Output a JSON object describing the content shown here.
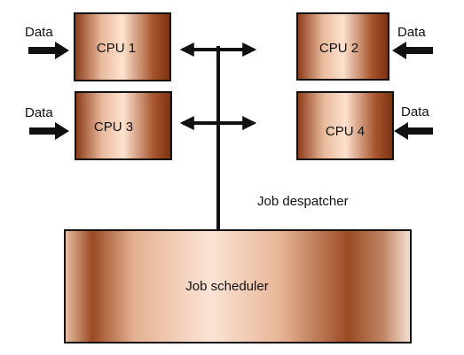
{
  "diagram": {
    "cpus": [
      {
        "id": "cpu1",
        "label": "CPU 1",
        "data_label": "Data"
      },
      {
        "id": "cpu2",
        "label": "CPU 2",
        "data_label": "Data"
      },
      {
        "id": "cpu3",
        "label": "CPU 3",
        "data_label": "Data"
      },
      {
        "id": "cpu4",
        "label": "CPU 4",
        "data_label": "Data"
      }
    ],
    "dispatcher_label": "Job despatcher",
    "scheduler_label": "Job scheduler",
    "colors": {
      "copper_dark": "#8a3a16",
      "copper_mid": "#c98a68",
      "copper_light": "#fde2cf",
      "outline": "#111111"
    }
  }
}
